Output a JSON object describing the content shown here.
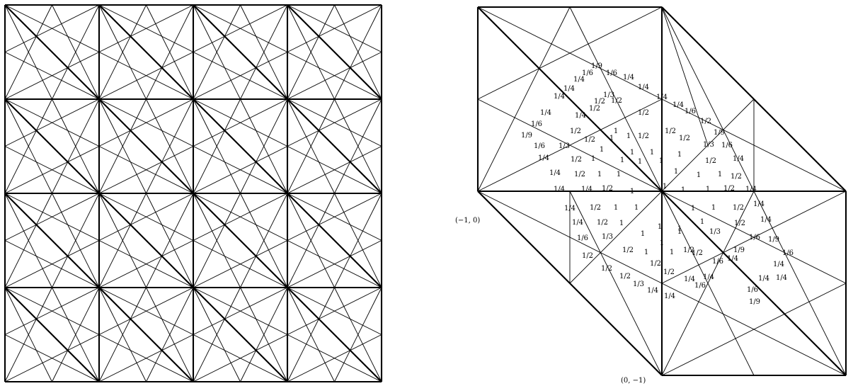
{
  "left_panel": {
    "grid_cells": 4
  },
  "right_panel": {
    "coord_labels": {
      "left_point": "(−1, 0)",
      "bottom_point": "(0, −1)"
    },
    "weight_labels": [
      "1/9",
      "1/6",
      "1/6",
      "1/4",
      "1/4",
      "1/4",
      "1/4",
      "1/3",
      "1/4",
      "1/4",
      "1/4",
      "1/6",
      "1/4",
      "1/2",
      "1/2",
      "1/2",
      "1/2",
      "1/4",
      "1/2",
      "1/6",
      "1/2",
      "1",
      "1/2",
      "1/9",
      "1/9",
      "1/2",
      "1",
      "1",
      "1/2",
      "1/2",
      "1/6",
      "1/3",
      "1",
      "1",
      "1",
      "1",
      "1/3",
      "1/6",
      "1/4",
      "1/2",
      "1",
      "1",
      "1",
      "1",
      "1/2",
      "1/4",
      "1/4",
      "1/2",
      "1",
      "1",
      "1",
      "1",
      "1",
      "1/2",
      "1/4",
      "1/4",
      "1/2",
      "1",
      "1",
      "1",
      "1",
      "1/2",
      "1/4",
      "1/4",
      "1/2",
      "1",
      "1",
      "1",
      "1",
      "1/2",
      "1/4",
      "1/4",
      "1/2",
      "1",
      "1",
      "1",
      "1",
      "1/2",
      "1/4",
      "1/6",
      "1/3",
      "1",
      "1",
      "1",
      "1/3",
      "1/6",
      "1/9",
      "1/2",
      "1",
      "1",
      "1/2",
      "1/2",
      "1/9",
      "1/6",
      "1/2",
      "1/2",
      "1/2",
      "1/6",
      "1/4",
      "1/4",
      "1/2",
      "1/2",
      "1/4",
      "1/4",
      "1/4",
      "1/4",
      "1/3",
      "1/4",
      "1/4",
      "1/6",
      "1/6",
      "1/9"
    ]
  }
}
